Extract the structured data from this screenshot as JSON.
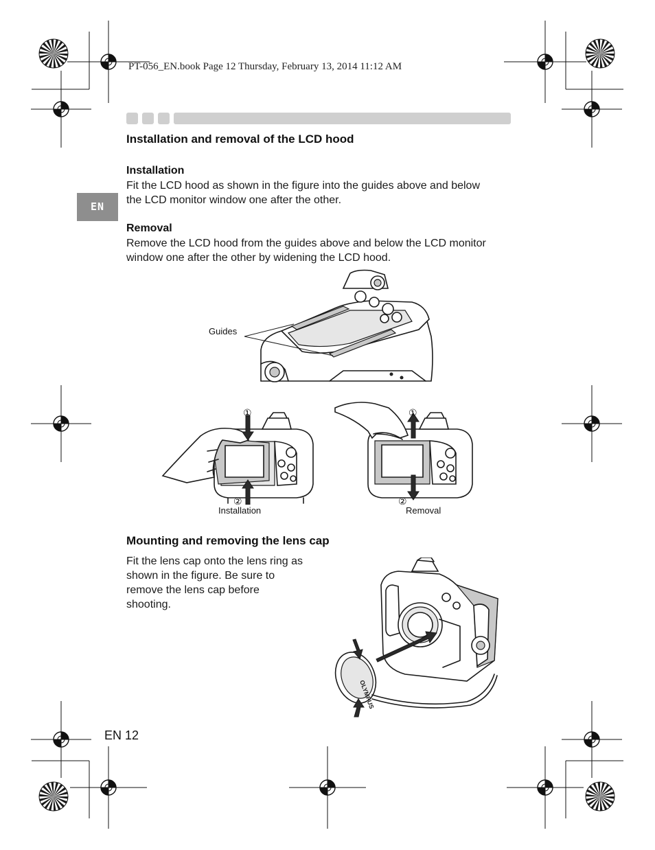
{
  "header": {
    "book_line": "PT-056_EN.book  Page 12  Thursday, February 13, 2014  11:12 AM"
  },
  "language_tab": "EN",
  "section1": {
    "title": "Installation and removal of the LCD hood",
    "installation": {
      "heading": "Installation",
      "line1": "Fit the LCD hood as shown in the figure into the guides above and below",
      "line2": "the LCD monitor window one after the other."
    },
    "removal": {
      "heading": "Removal",
      "line1": "Remove the LCD hood from the guides above and below the LCD monitor",
      "line2": "window one after the other by widening the LCD hood."
    },
    "figure_labels": {
      "guides": "Guides",
      "installation": "Installation",
      "removal": "Removal",
      "step1": "①",
      "step2": "②"
    }
  },
  "section2": {
    "title": "Mounting and removing the lens cap",
    "line1": "Fit the lens cap onto the lens ring as",
    "line2": "shown in the figure. Be sure to",
    "line3": "remove the lens cap before",
    "line4": "shooting.",
    "cap_brand": "OLYMPUS"
  },
  "footer": {
    "page_number": "EN 12"
  }
}
